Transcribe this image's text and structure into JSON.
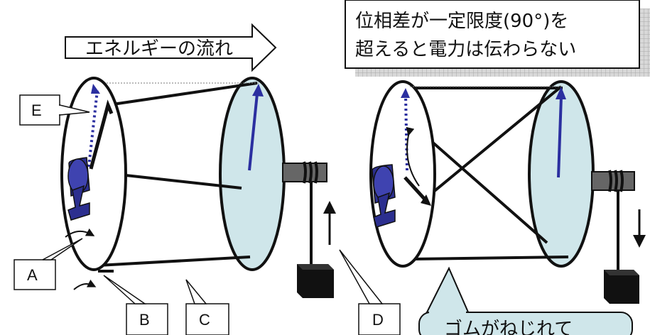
{
  "energy_arrow": {
    "label": "エネルギーの流れ"
  },
  "note_box": {
    "line1": "位相差が一定限度(90°)を",
    "line2": "超えると電力は伝わらない"
  },
  "labels": {
    "a": "A",
    "b": "B",
    "c": "C",
    "d": "D",
    "e": "E"
  },
  "speech_bubble": {
    "text": "ゴムがねじれて"
  },
  "colors": {
    "disc_fill": "#cfe6ea",
    "crank_blue": "#2c2f8f",
    "needle_blue": "#2b2fa0",
    "shadow_grid": "#bdbdbd",
    "bubble_fill": "#cfe6ea",
    "outline": "#111111"
  }
}
